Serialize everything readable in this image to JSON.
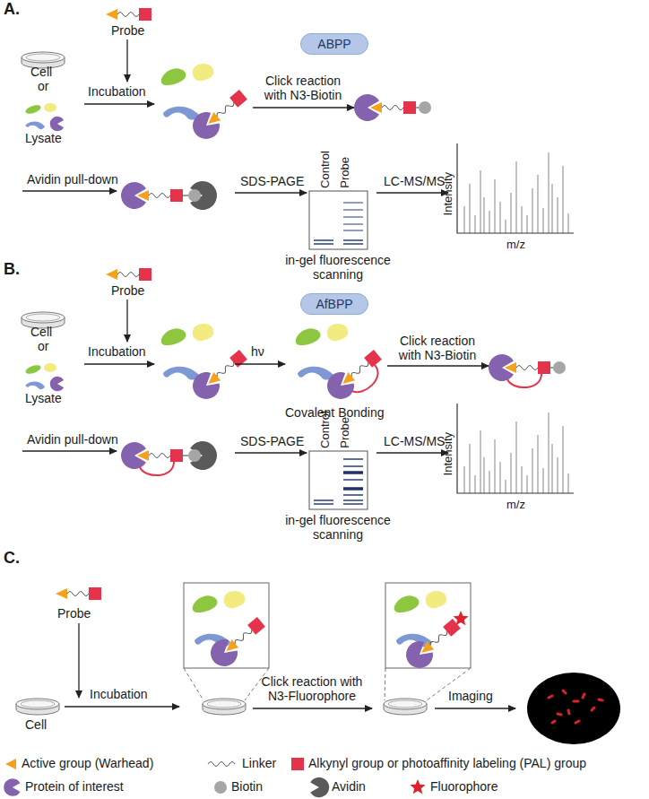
{
  "diagram": {
    "nodes": [
      {
        "text": [
          "ABPP"
        ]
      },
      {
        "text": [
          "AfBPP"
        ]
      }
    ],
    "labels": [
      "A.",
      "Probe",
      "Cell",
      "or",
      "Lysate",
      "Incubation",
      "Click reaction with N3-Biotin",
      "Avidin pull-down",
      "SDS-PAGE",
      "Control",
      "Probe",
      "in-gel fluorescence scanning",
      "LC-MS/MS",
      "Intensity",
      "m/z",
      "B.",
      "Probe",
      "Cell",
      "or",
      "Lysate",
      "Incubation",
      "hν",
      "Covalent Bonding",
      "Click reaction with N3-Biotin",
      "Avidin pull-down",
      "SDS-PAGE",
      "Control",
      "Probe",
      "in-gel fluorescence scanning",
      "LC-MS/MS",
      "Intensity",
      "m/z",
      "C.",
      "Probe",
      "Incubation",
      "Cell",
      "Click reaction with N3-Fluorophore",
      "Imaging"
    ],
    "legend": [
      {
        "text": "Active group (Warhead)"
      },
      {
        "text": "Linker"
      },
      {
        "text": "Alkynyl group or photoaffinity labeling (PAL) group"
      },
      {
        "text": "Protein of interest"
      },
      {
        "text": "Biotin"
      },
      {
        "text": "Avidin"
      },
      {
        "text": "Fluorophore"
      }
    ]
  }
}
